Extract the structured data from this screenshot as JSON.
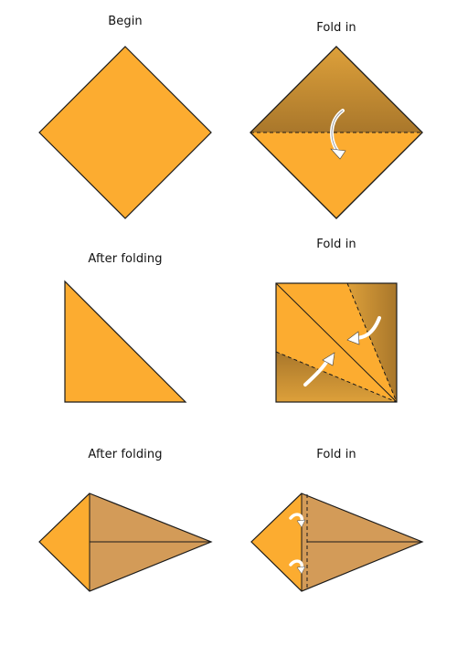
{
  "steps": [
    {
      "label": "Begin"
    },
    {
      "label": "Fold in"
    },
    {
      "label": "After folding"
    },
    {
      "label": "Fold in"
    },
    {
      "label": "After folding"
    },
    {
      "label": "Fold in"
    }
  ],
  "colors": {
    "paper": "#FCAC30",
    "paper_shaded": "#D39B58",
    "fold_dark": "#A9772B",
    "fold_light": "#DDA03A",
    "outline": "#1A1A1A",
    "arrow": "#FFFFFF"
  },
  "icons": [
    "curved-fold-arrow-icon"
  ]
}
